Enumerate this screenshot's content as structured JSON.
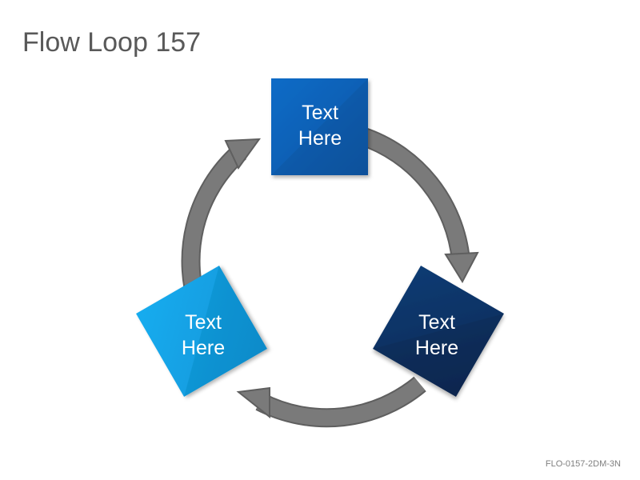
{
  "title": "Flow Loop 157",
  "footer_code": "FLO-0157-2DM-3N",
  "colors": {
    "ring": "#767676",
    "ring_edge": "#5e5e5e",
    "node_top": "#0a63b8",
    "node_right": "#0b3466",
    "node_left": "#14a3e8"
  },
  "nodes": [
    {
      "id": "top",
      "line1": "Text",
      "line2": "Here"
    },
    {
      "id": "right",
      "line1": "Text",
      "line2": "Here"
    },
    {
      "id": "left",
      "line1": "Text",
      "line2": "Here"
    }
  ]
}
